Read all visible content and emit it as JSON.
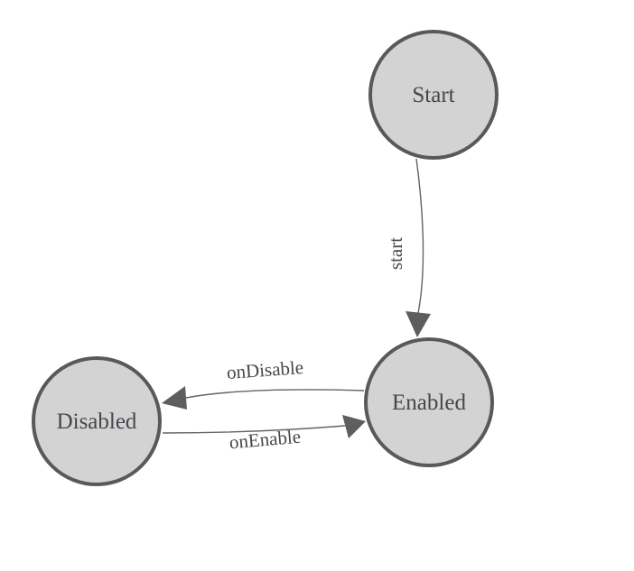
{
  "diagram": {
    "type": "state-machine",
    "colors": {
      "background": "#ffffff",
      "node_fill": "#d3d3d3",
      "node_stroke": "#59595b",
      "edge_stroke": "#646464",
      "arrow_fill": "#5e5e60",
      "node_label": "#46464c",
      "edge_label": "#46464c"
    },
    "nodes": [
      {
        "id": "Start",
        "label": "Start"
      },
      {
        "id": "Enabled",
        "label": "Enabled"
      },
      {
        "id": "Disabled",
        "label": "Disabled"
      }
    ],
    "edges": [
      {
        "from": "Start",
        "to": "Enabled",
        "label": "start"
      },
      {
        "from": "Enabled",
        "to": "Disabled",
        "label": "onDisable"
      },
      {
        "from": "Disabled",
        "to": "Enabled",
        "label": "onEnable"
      }
    ]
  }
}
